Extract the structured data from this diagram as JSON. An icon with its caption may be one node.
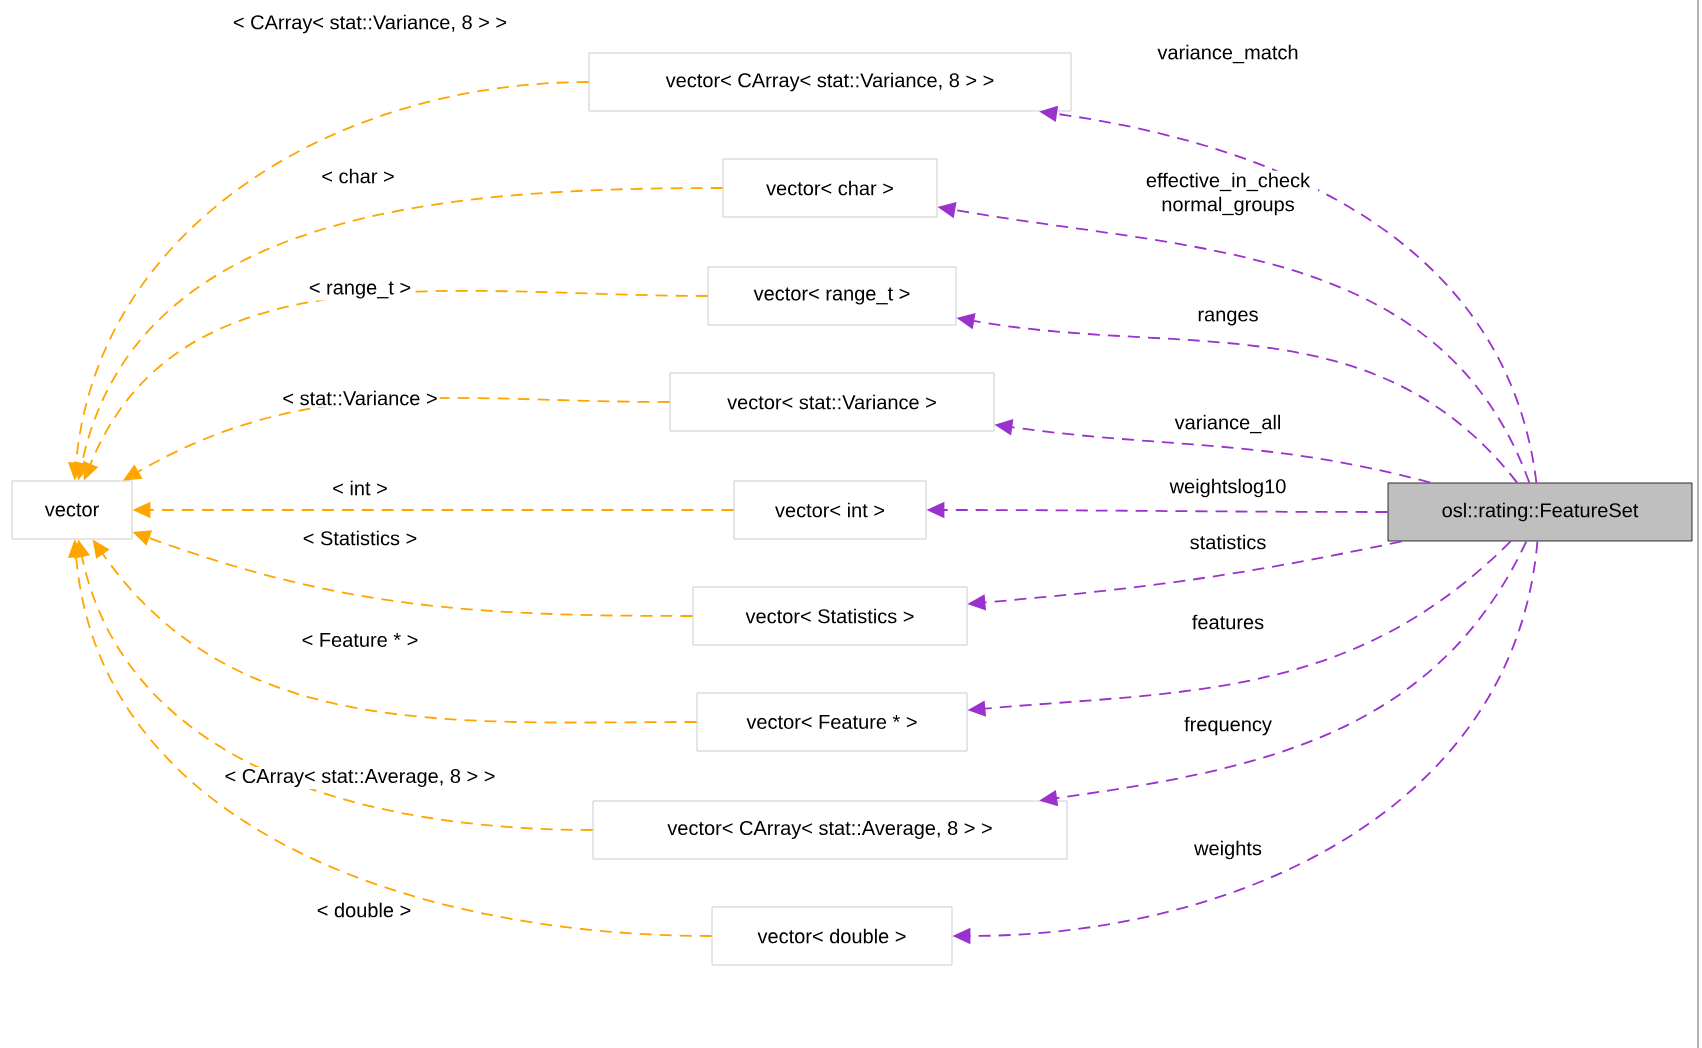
{
  "diagram": {
    "nodes": [
      {
        "text": [
          "vector"
        ]
      },
      {
        "text": [
          "vector< CArray< stat::Variance, 8 > >"
        ]
      },
      {
        "text": [
          "vector< char >"
        ]
      },
      {
        "text": [
          "vector< range_t >"
        ]
      },
      {
        "text": [
          "vector< stat::Variance >"
        ]
      },
      {
        "text": [
          "vector< int >"
        ]
      },
      {
        "text": [
          "vector< Statistics >"
        ]
      },
      {
        "text": [
          "vector< Feature * >"
        ]
      },
      {
        "text": [
          "vector< CArray< stat::Average, 8 > >"
        ]
      },
      {
        "text": [
          "vector< double >"
        ]
      },
      {
        "text": [
          "osl::rating::FeatureSet"
        ]
      }
    ],
    "edges": [
      {
        "from": 1,
        "to": 0,
        "arrow": "to",
        "label": "< CArray< stat::Variance, 8 > >",
        "style": "dashed",
        "color": "#ffa500"
      },
      {
        "from": 2,
        "to": 0,
        "arrow": "to",
        "label": "< char >",
        "style": "dashed",
        "color": "#ffa500"
      },
      {
        "from": 3,
        "to": 0,
        "arrow": "to",
        "label": "< range_t >",
        "style": "dashed",
        "color": "#ffa500"
      },
      {
        "from": 4,
        "to": 0,
        "arrow": "to",
        "label": "< stat::Variance >",
        "style": "dashed",
        "color": "#ffa500"
      },
      {
        "from": 5,
        "to": 0,
        "arrow": "to",
        "label": "< int >",
        "style": "dashed",
        "color": "#ffa500"
      },
      {
        "from": 6,
        "to": 0,
        "arrow": "to",
        "label": "< Statistics >",
        "style": "dashed",
        "color": "#ffa500"
      },
      {
        "from": 7,
        "to": 0,
        "arrow": "to",
        "label": "< Feature * >",
        "style": "dashed",
        "color": "#ffa500"
      },
      {
        "from": 8,
        "to": 0,
        "arrow": "to",
        "label": "< CArray< stat::Average, 8 > >",
        "style": "dashed",
        "color": "#ffa500"
      },
      {
        "from": 9,
        "to": 0,
        "arrow": "to",
        "label": "< double >",
        "style": "dashed",
        "color": "#ffa500"
      },
      {
        "from": 10,
        "to": 1,
        "arrow": "to",
        "label": "variance_match",
        "style": "dashed",
        "color": "#9a32cd"
      },
      {
        "from": 10,
        "to": 2,
        "arrow": "to",
        "label": "effective_in_check normal_groups",
        "style": "dashed",
        "color": "#9a32cd"
      },
      {
        "from": 10,
        "to": 3,
        "arrow": "to",
        "label": "ranges",
        "style": "dashed",
        "color": "#9a32cd"
      },
      {
        "from": 10,
        "to": 4,
        "arrow": "to",
        "label": "variance_all",
        "style": "dashed",
        "color": "#9a32cd"
      },
      {
        "from": 10,
        "to": 5,
        "arrow": "to",
        "label": "weightslog10",
        "style": "dashed",
        "color": "#9a32cd"
      },
      {
        "from": 10,
        "to": 6,
        "arrow": "to",
        "label": "statistics",
        "style": "dashed",
        "color": "#9a32cd"
      },
      {
        "from": 10,
        "to": 7,
        "arrow": "to",
        "label": "features",
        "style": "dashed",
        "color": "#9a32cd"
      },
      {
        "from": 10,
        "to": 8,
        "arrow": "to",
        "label": "frequency",
        "style": "dashed",
        "color": "#9a32cd"
      },
      {
        "from": 10,
        "to": 9,
        "arrow": "to",
        "label": "weights",
        "style": "dashed",
        "color": "#9a32cd"
      }
    ]
  }
}
